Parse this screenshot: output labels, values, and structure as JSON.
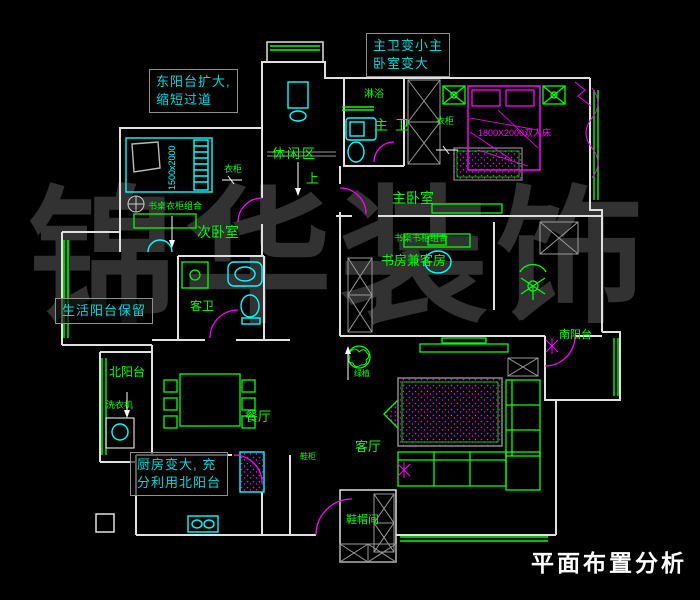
{
  "title": "平面布置分析",
  "watermark": "锦华装饰",
  "annotations": {
    "master_suite": {
      "line1": "主卫变小主",
      "line2": "卧室变大"
    },
    "east_balcony": {
      "line1": "东阳台扩大,",
      "line2": "缩短过道"
    },
    "service_balcony": {
      "line1": "生活阳台保留"
    },
    "kitchen": {
      "line1": "厨房变大, 充",
      "line2": "分利用北阳台"
    }
  },
  "rooms": {
    "leisure": "休闲区",
    "stairs_up": "上",
    "shower": "淋浴",
    "master_bath": "主卫",
    "master_bedroom": "主卧室",
    "second_bedroom": "次卧室",
    "desk_wardrobe_combo": "书桌衣柜组合",
    "wardrobe_small": "衣柜",
    "wardrobe_master": "衣柜",
    "study": "书房兼客房",
    "study_combo": "书桌书柜组合",
    "guest_bath": "客卫",
    "north_balcony": "北阳台",
    "washer": "洗衣机",
    "dining": "餐厅",
    "living": "客厅",
    "south_balcony": "南阳台",
    "shoe_room": "鞋帽间",
    "shoe_cabinet": "鞋柜",
    "plant": "绿植"
  },
  "dimensions": {
    "bed_small": "1500x2000",
    "bed_master": "1800X2000双人床"
  },
  "colors": {
    "wall": "#e0e0e0",
    "furniture_cyan": "#00ffff",
    "detail_green": "#00ff00",
    "door_magenta": "#ff00ff",
    "annotation_text": "#00d8dc",
    "watermark_gray": "#323232",
    "title_white": "#ffffff"
  }
}
